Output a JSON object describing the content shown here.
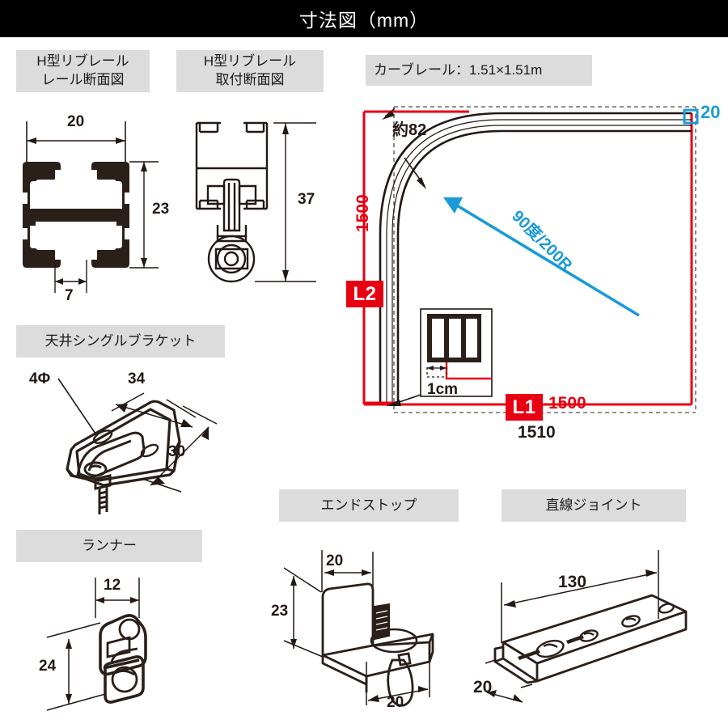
{
  "header": {
    "title": "寸法図（mm）"
  },
  "sections": {
    "rail_section": {
      "caption": "H型リブレール\nレール断面図",
      "dims": {
        "width": "20",
        "height": "23",
        "gap": "7"
      }
    },
    "rail_mount_section": {
      "caption": "H型リブレール\n取付断面図",
      "dims": {
        "height": "37"
      }
    },
    "curve_rail": {
      "caption": "カーブレール：1.51×1.51m",
      "labels": {
        "offset": "約82",
        "radius": "90度/200R",
        "end_width": "20",
        "vertical_inner": "1500",
        "badge_l2": "L2",
        "badge_l1": "L1",
        "horizontal_inner": "1500",
        "outer_total": "1510",
        "inset_detail": "1cm"
      }
    },
    "ceiling_bracket": {
      "caption": "天井シングルブラケット",
      "dims": {
        "hole": "4Φ",
        "length": "34",
        "width": "30"
      }
    },
    "runner": {
      "caption": "ランナー",
      "dims": {
        "width": "12",
        "height": "24"
      }
    },
    "end_stop": {
      "caption": "エンドストップ",
      "dims": {
        "top_width": "20",
        "height": "23",
        "depth": "20"
      }
    },
    "straight_joint": {
      "caption": "直線ジョイント",
      "dims": {
        "length": "130",
        "width": "20"
      }
    }
  },
  "colors": {
    "accent_red": "#e60012",
    "accent_blue": "#1b9ad6",
    "ink": "#231815",
    "chip_bg": "#dcdcdc"
  }
}
